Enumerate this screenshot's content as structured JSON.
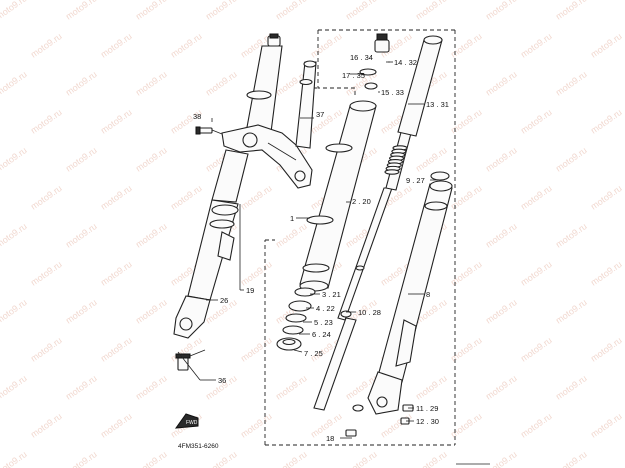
{
  "diagram": {
    "callouts": [
      {
        "id": "c1634",
        "text": "16 . 34"
      },
      {
        "id": "c1735",
        "text": "17 . 35"
      },
      {
        "id": "c1432",
        "text": "14 . 32"
      },
      {
        "id": "c1533",
        "text": "15 . 33"
      },
      {
        "id": "c1331",
        "text": "13 . 31"
      },
      {
        "id": "c38",
        "text": "38"
      },
      {
        "id": "c37",
        "text": "37"
      },
      {
        "id": "c927",
        "text": "9 . 27"
      },
      {
        "id": "c220",
        "text": "2 . 20"
      },
      {
        "id": "c1",
        "text": "1"
      },
      {
        "id": "c19",
        "text": "19"
      },
      {
        "id": "c26",
        "text": "26"
      },
      {
        "id": "c321",
        "text": "3 . 21"
      },
      {
        "id": "c8",
        "text": "8"
      },
      {
        "id": "c422",
        "text": "4 . 22"
      },
      {
        "id": "c1028",
        "text": "10 . 28"
      },
      {
        "id": "c523",
        "text": "5 . 23"
      },
      {
        "id": "c624",
        "text": "6 . 24"
      },
      {
        "id": "c725",
        "text": "7 . 25"
      },
      {
        "id": "c36",
        "text": "36"
      },
      {
        "id": "c1129",
        "text": "11 . 29"
      },
      {
        "id": "c1230",
        "text": "12 . 30"
      },
      {
        "id": "c18",
        "text": "18"
      }
    ],
    "diagram_code": "4FM351-6260",
    "watermark": "moto9.ru",
    "fwd_label": "FWD"
  }
}
